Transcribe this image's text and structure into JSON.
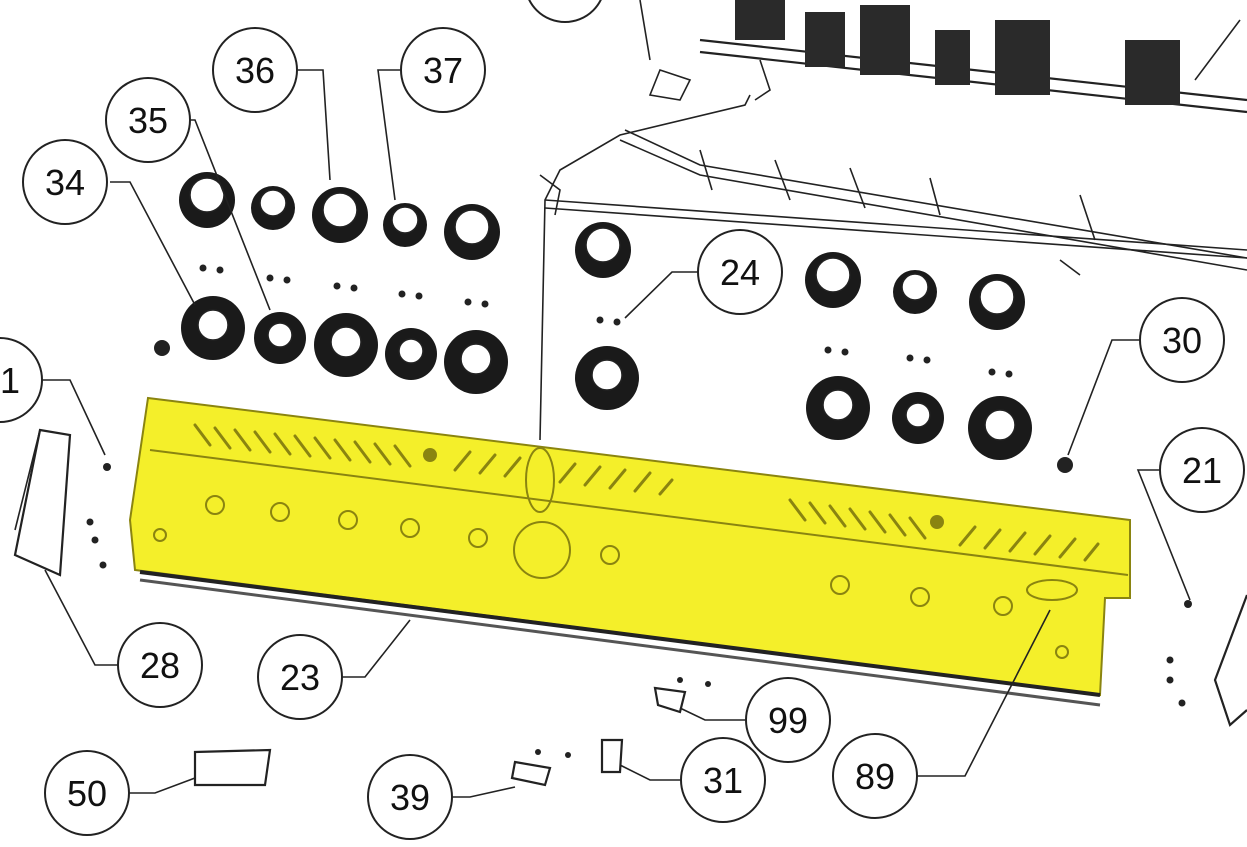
{
  "colors": {
    "highlight": "#f4ef2a",
    "line": "#222222",
    "background": "#ffffff"
  },
  "callouts": {
    "c1": "1",
    "c21": "21",
    "c23": "23",
    "c24": "24",
    "c28": "28",
    "c30": "30",
    "c31": "31",
    "c34": "34",
    "c35": "35",
    "c36": "36",
    "c37": "37",
    "c39": "39",
    "c50": "50",
    "c89": "89",
    "c99": "99"
  }
}
